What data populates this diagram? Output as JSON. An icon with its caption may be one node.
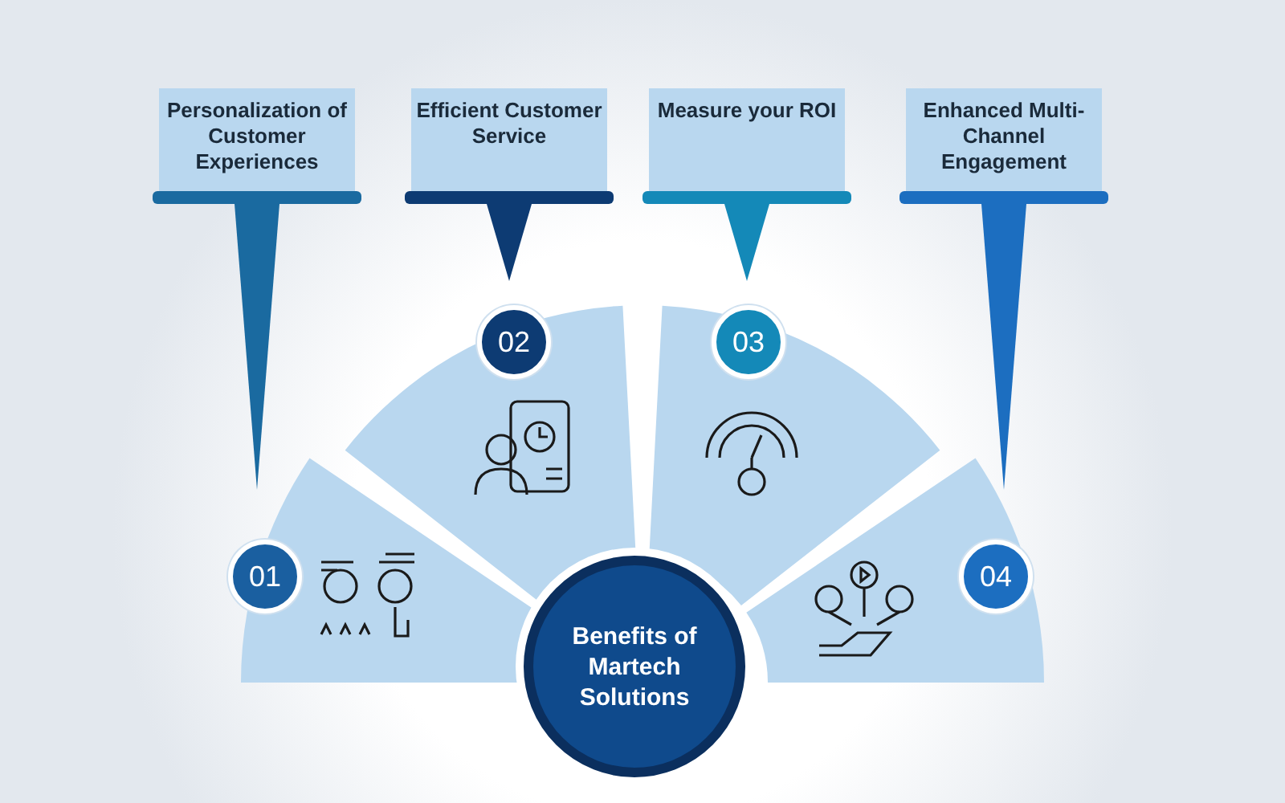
{
  "diagram": {
    "nodes": [
      {
        "text": [
          "Personalization of Customer Experiences"
        ]
      },
      {
        "text": [
          "Efficient Customer Service"
        ]
      },
      {
        "text": [
          "Measure your ROI"
        ]
      },
      {
        "text": [
          "Enhanced Multi-Channel Engagement"
        ]
      },
      {
        "text": [
          "Benefits of Martech Solutions"
        ]
      },
      {
        "text": [
          "01"
        ]
      },
      {
        "text": [
          "02"
        ]
      },
      {
        "text": [
          "03"
        ]
      },
      {
        "text": [
          "04"
        ]
      }
    ]
  }
}
